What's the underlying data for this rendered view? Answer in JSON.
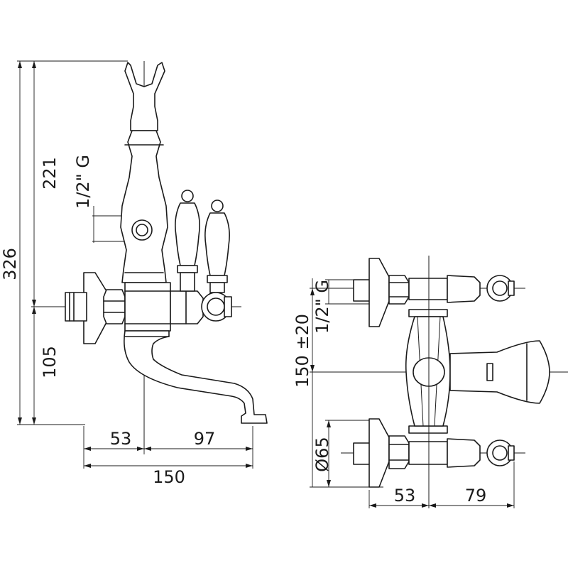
{
  "side_view": {
    "labels": {
      "total_height": "326",
      "upper_height": "221",
      "lower_height": "105",
      "thread": "1/2\" G",
      "left_offset": "53",
      "right_offset": "97",
      "total_width": "150"
    }
  },
  "top_view": {
    "labels": {
      "thread": "1/2\" G",
      "center_distance": "150 ±20",
      "flange_diameter": "Ø65",
      "left_offset": "53",
      "right_offset": "79"
    }
  }
}
